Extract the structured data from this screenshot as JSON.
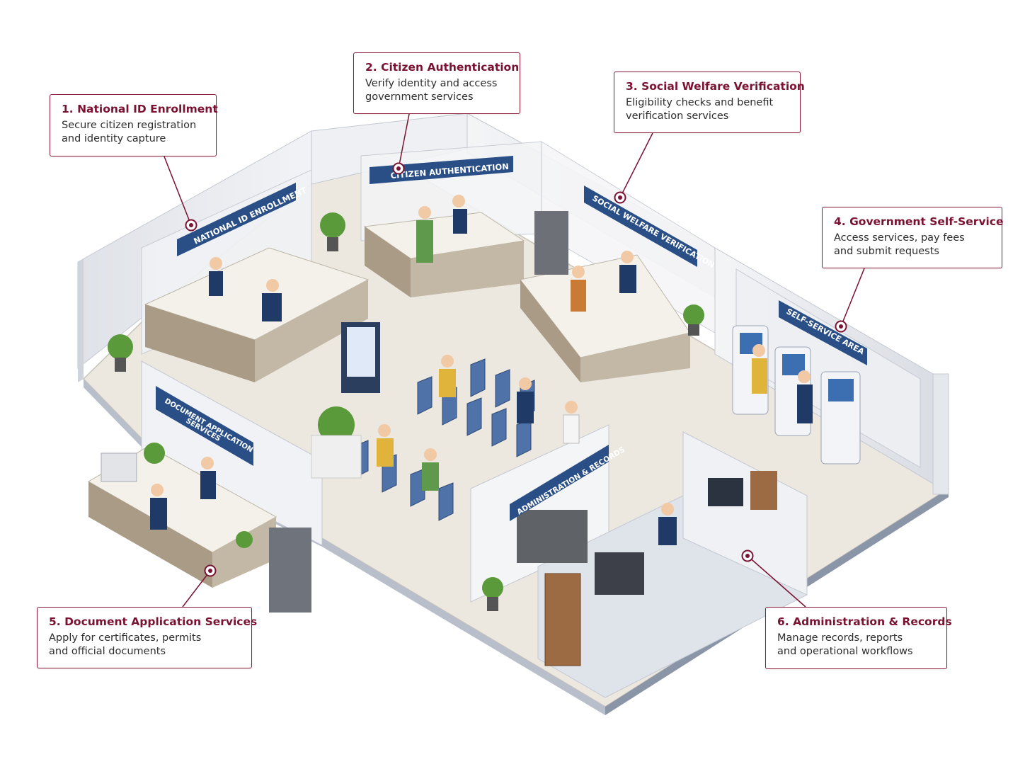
{
  "callouts": [
    {
      "title": "1. National ID Enrollment",
      "desc": [
        "Secure citizen registration",
        "and identity capture"
      ]
    },
    {
      "title": "2. Citizen Authentication",
      "desc": [
        "Verify identity and access",
        "government services"
      ]
    },
    {
      "title": "3. Social Welfare Verification",
      "desc": [
        "Eligibility checks and benefit",
        "verification services"
      ]
    },
    {
      "title": "4. Government Self-Service",
      "desc": [
        "Access services, pay fees",
        "and submit requests"
      ]
    },
    {
      "title": "5. Document Application Services",
      "desc": [
        "Apply for certificates, permits",
        "and official documents"
      ]
    },
    {
      "title": "6. Administration & Records",
      "desc": [
        "Manage records, reports",
        "and operational workflows"
      ]
    }
  ],
  "signs": {
    "national_id": "NATIONAL ID ENROLLMENT",
    "citizen_auth": "CITIZEN AUTHENTICATION",
    "social_welfare": "SOCIAL WELFARE VERIFICATION",
    "self_service": "SELF-SERVICE AREA",
    "document_line1": "DOCUMENT APPLICATION",
    "document_line2": "SERVICES",
    "admin": "ADMINISTRATION & RECORDS"
  },
  "colors": {
    "accent": "#7a1231",
    "sign_blue": "#2a4f86",
    "floor": "#ece8e0",
    "wall": "#e9ebef"
  }
}
